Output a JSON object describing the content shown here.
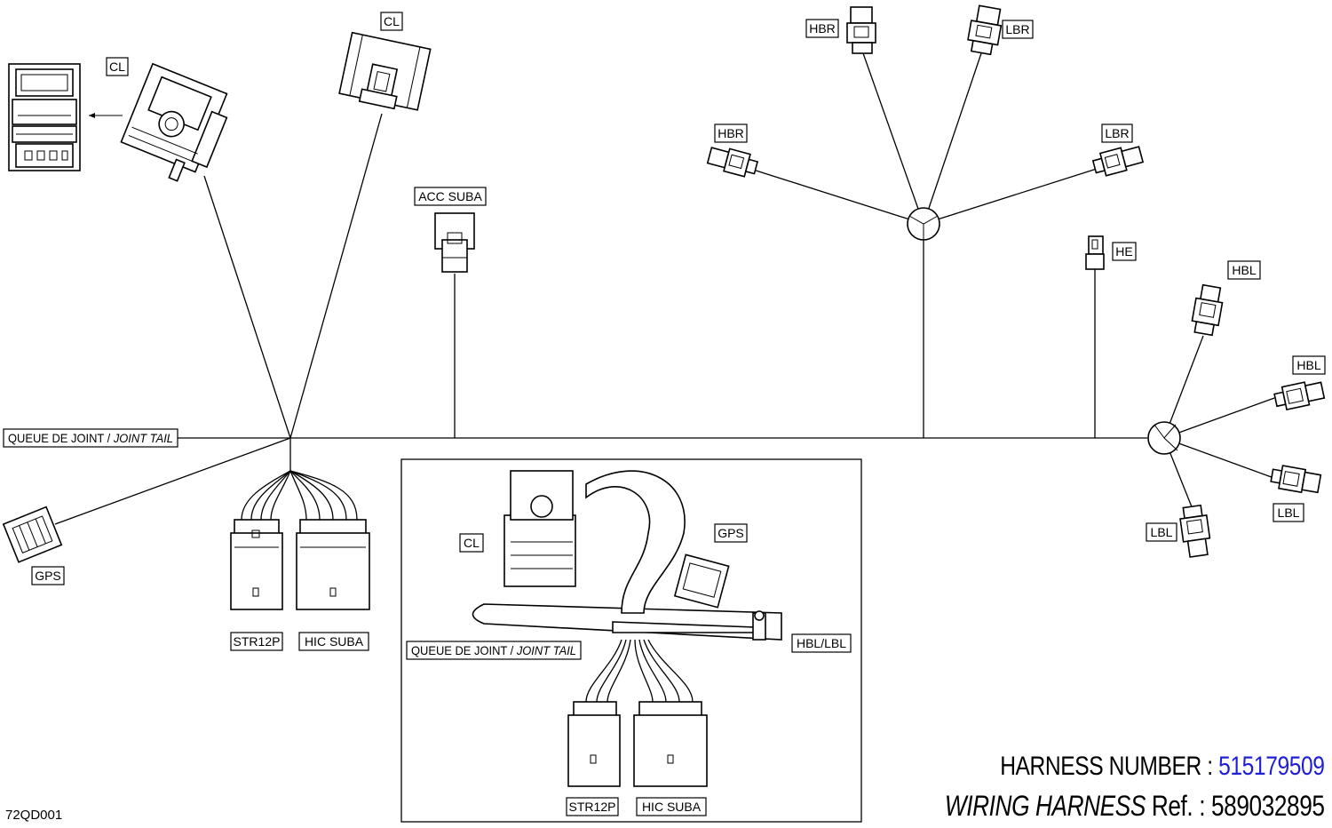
{
  "labels": {
    "cl_top_left": "CL",
    "cl_top": "CL",
    "acc_suba": "ACC  SUBA",
    "hbr_top": "HBR",
    "lbr_top": "LBR",
    "hbr_mid": "HBR",
    "lbr_mid": "LBR",
    "he": "HE",
    "hbl_top": "HBL",
    "hbl_mid": "HBL",
    "lbl_right": "LBL",
    "lbl_bottom": "LBL",
    "joint_tail_fr": "QUEUE DE JOINT / ",
    "joint_tail_en": "JOINT TAIL",
    "gps": "GPS",
    "str12p": "STR12P",
    "hic_suba": "HIC  SUBA"
  },
  "inset": {
    "cl": "CL",
    "gps": "GPS",
    "hbl_lbl": "HBL/LBL",
    "joint_tail_fr": "QUEUE DE JOINT / ",
    "joint_tail_en": "JOINT TAIL",
    "str12p": "STR12P",
    "hic_suba": "HIC  SUBA"
  },
  "footer": {
    "harness_label": "HARNESS  NUMBER : ",
    "harness_number": "515179509",
    "wiring_label": "WIRING HARNESS",
    "ref_label": " Ref. : ",
    "ref_number": "589032895",
    "diagram_code": "72QD001"
  }
}
